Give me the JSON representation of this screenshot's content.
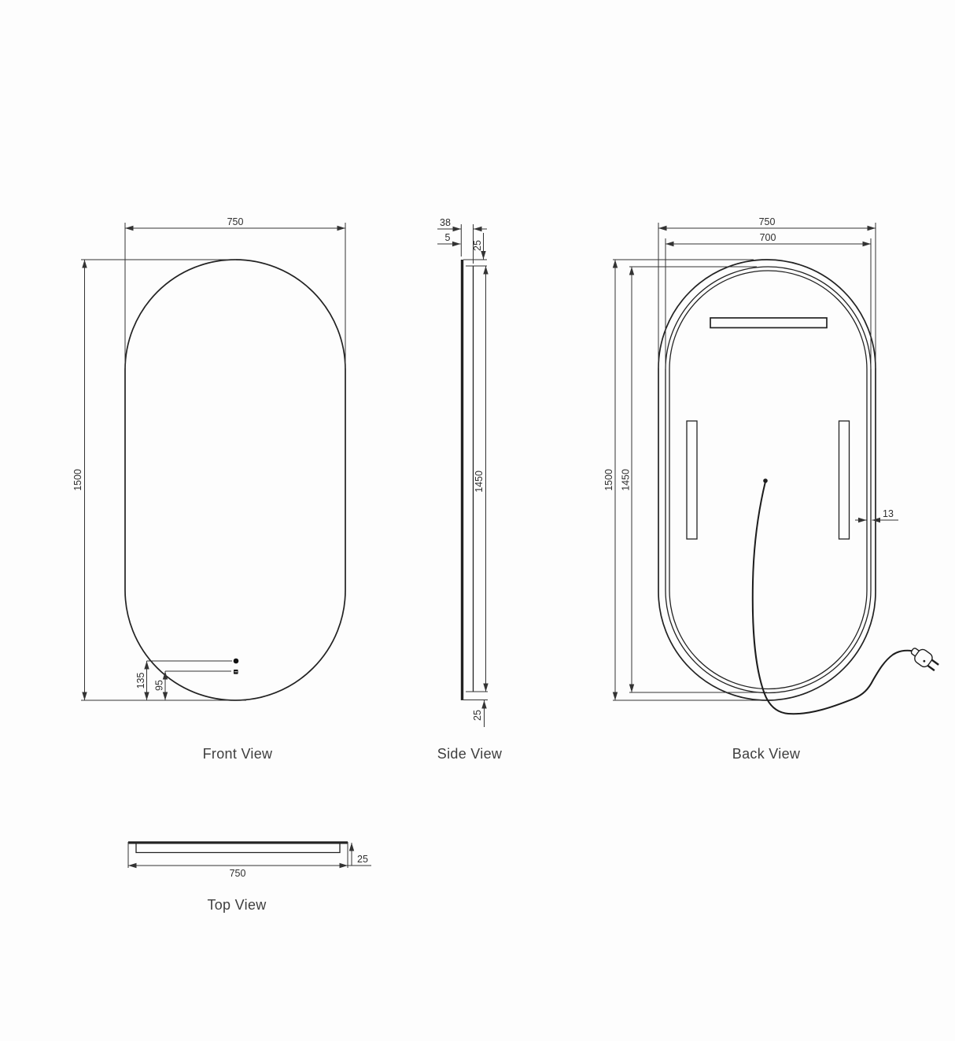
{
  "page": {
    "background": "#fdfdfd",
    "line_color": "#222222",
    "dim_text_color": "#2e2e2e",
    "label_color": "#3e3e3e"
  },
  "front_view": {
    "label": "Front View",
    "width": "750",
    "height": "1500",
    "touch_dim_1": "135",
    "touch_dim_2": "95"
  },
  "side_view": {
    "label": "Side View",
    "depth": "38",
    "glass_thickness": "5",
    "top_inset": "25",
    "panel_height": "1450",
    "bottom_inset": "25"
  },
  "back_view": {
    "label": "Back View",
    "outer_width": "750",
    "inner_width": "700",
    "outer_height": "1500",
    "inner_height": "1450",
    "frame_lip": "13"
  },
  "top_view": {
    "label": "Top View",
    "width": "750",
    "depth": "25"
  }
}
